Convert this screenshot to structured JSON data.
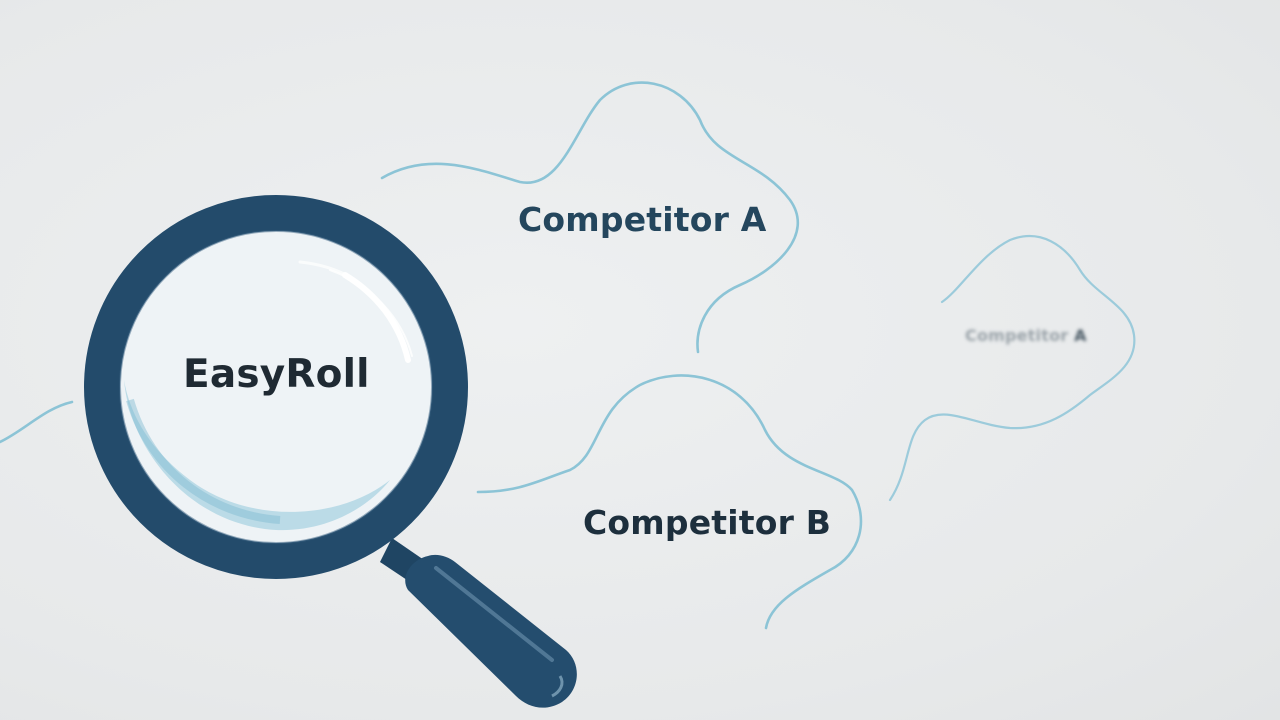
{
  "scene": {
    "focus_label": "EasyRoll",
    "competitors": [
      {
        "label": "Competitor A"
      },
      {
        "label": "Competitor B"
      }
    ],
    "faded_label": {
      "prefix": "Competitor ",
      "suffix": "A"
    },
    "icons": [
      "magnifying-glass-icon"
    ]
  },
  "colors": {
    "background": "#e9ebec",
    "magnifier_ring": "#234b6b",
    "magnifier_lens": "#eef3f6",
    "lens_tint": "#a9d3e1",
    "wave_lines": "#8cc4d6",
    "text_dark": "#1f2a33",
    "text_blue": "#24465d"
  }
}
